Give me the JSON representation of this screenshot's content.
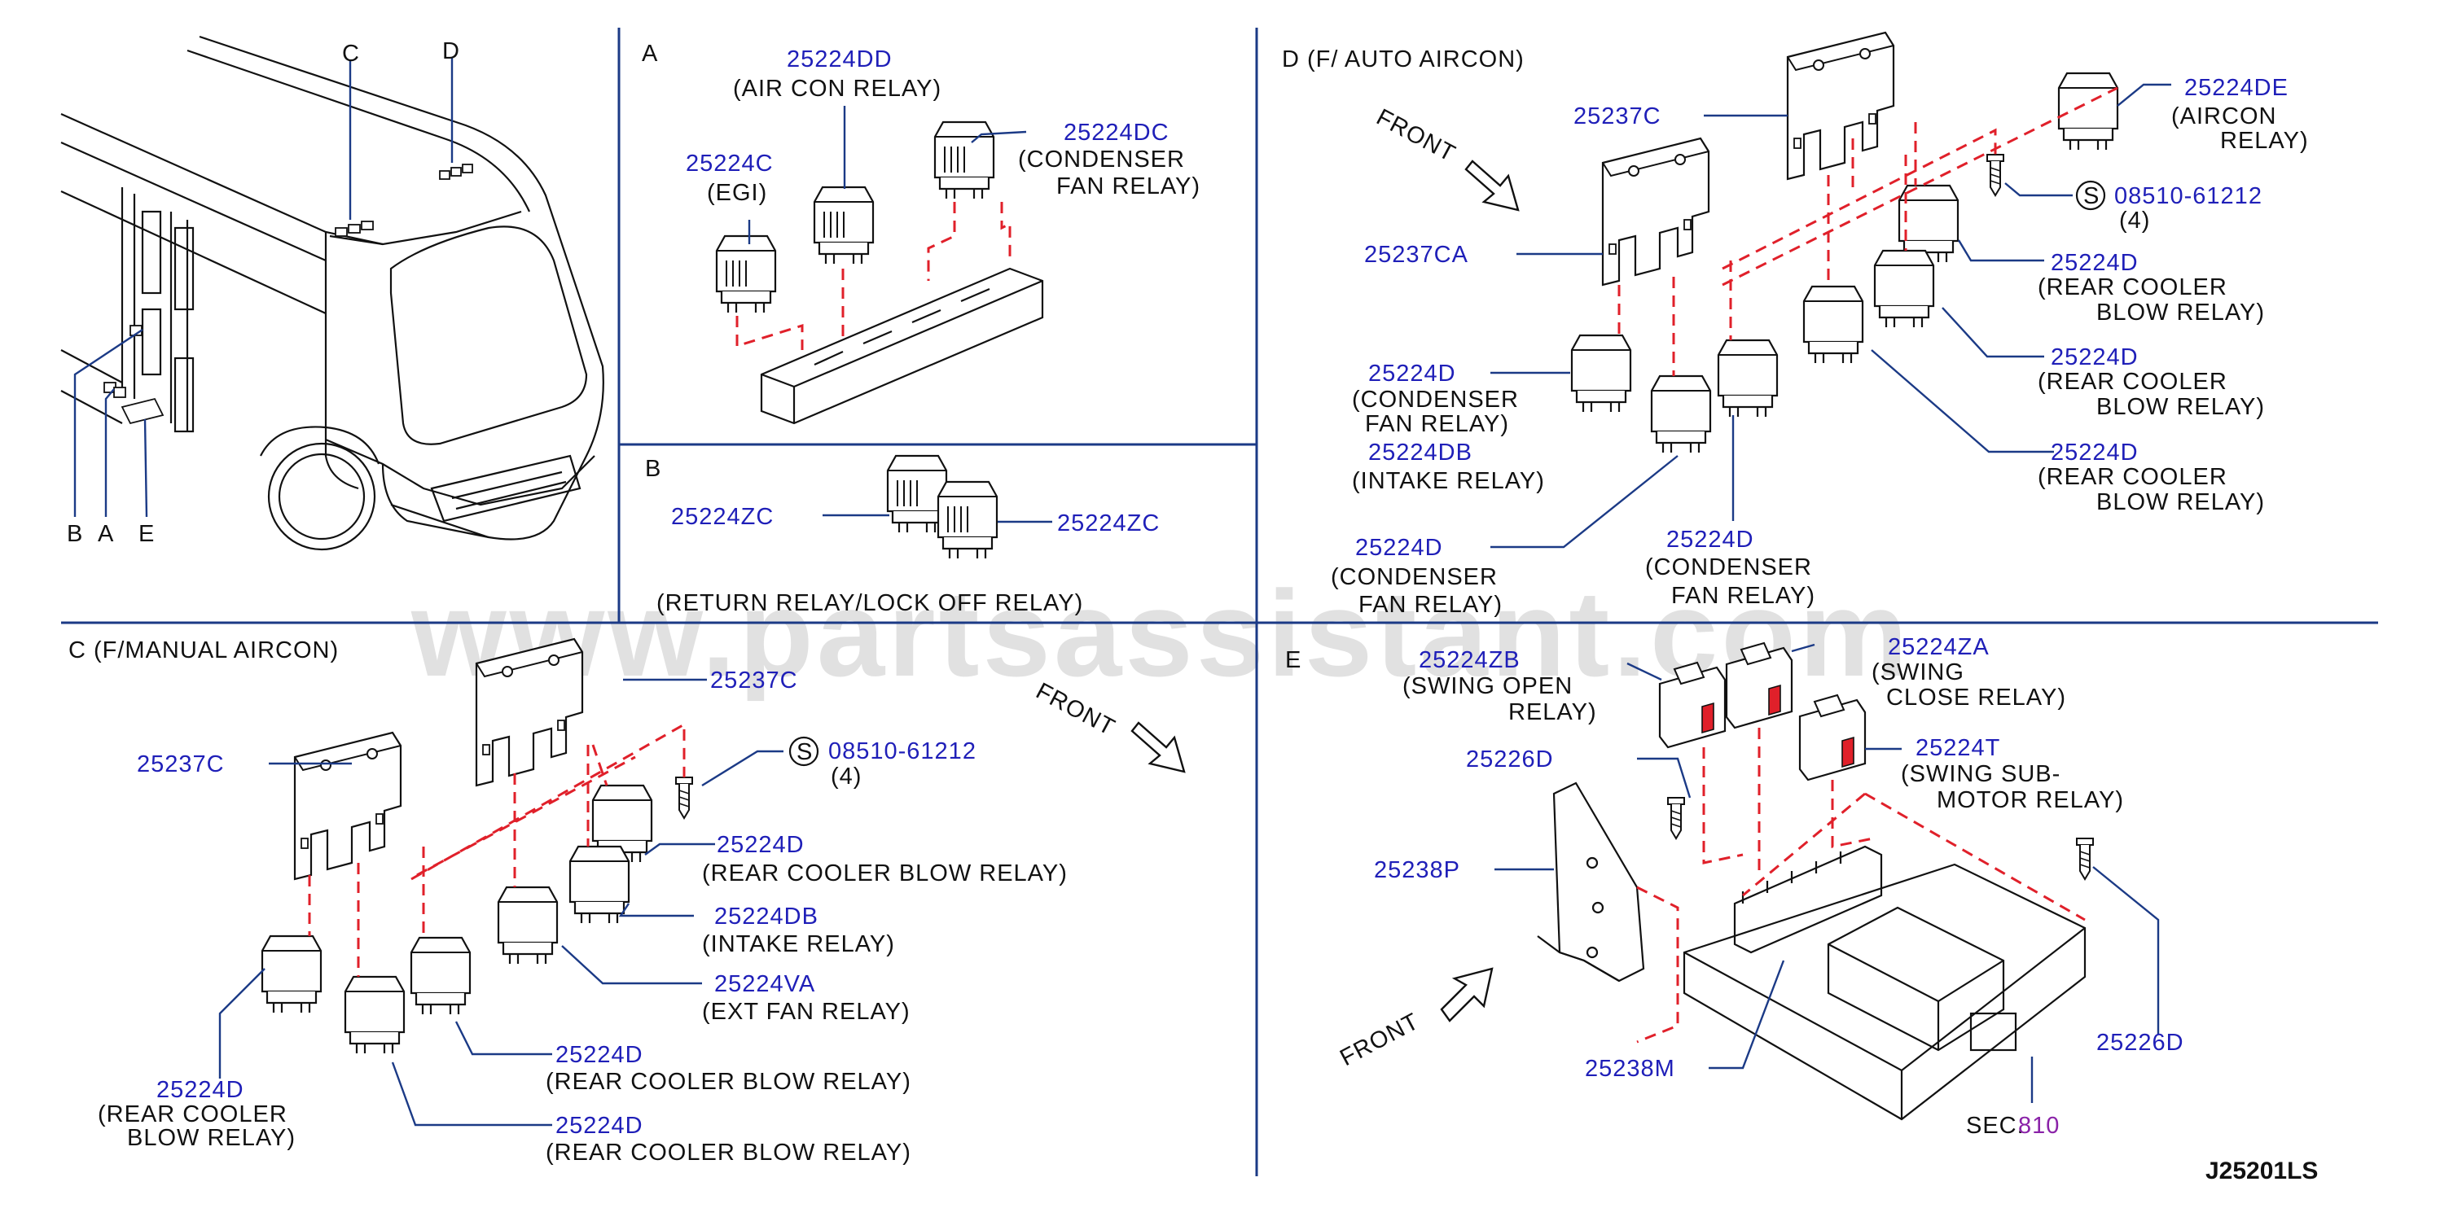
{
  "watermark": "www.partsassistant.com",
  "diagram_id": "J25201LS",
  "vehicle": {
    "callouts": [
      "C",
      "D",
      "B",
      "A",
      "E"
    ]
  },
  "section_a": {
    "letter": "A",
    "parts": [
      {
        "number": "25224DD",
        "desc": [
          "(AIR   CON   RELAY)"
        ]
      },
      {
        "number": "25224DC",
        "desc": [
          "(CONDENSER",
          "FAN   RELAY)"
        ]
      },
      {
        "number": "25224C",
        "desc": [
          "(EGI)"
        ]
      }
    ]
  },
  "section_b": {
    "letter": "B",
    "parts": [
      {
        "number": "25224ZC"
      },
      {
        "number": "25224ZC"
      }
    ],
    "caption": "(RETURN   RELAY/LOCK   OFF   RELAY)"
  },
  "section_c": {
    "heading": "C  (F/MANUAL   AIRCON)",
    "front": "FRONT",
    "parts": [
      {
        "number": "25237C"
      },
      {
        "number": "25237C"
      },
      {
        "number": "08510-61212",
        "qty": "(4)",
        "symbol": "S"
      },
      {
        "number": "25224D",
        "desc": [
          "(REAR   COOLER   BLOW   RELAY)"
        ]
      },
      {
        "number": "25224DB",
        "desc": [
          "(INTAKE   RELAY)"
        ]
      },
      {
        "number": "25224VA",
        "desc": [
          "(EXT   FAN   RELAY)"
        ]
      },
      {
        "number": "25224D",
        "desc": [
          "(REAR   COOLER   BLOW   RELAY)"
        ]
      },
      {
        "number": "25224D",
        "desc": [
          "(REAR   COOLER   BLOW   RELAY)"
        ]
      },
      {
        "number": "25224D",
        "desc": [
          "(REAR   COOLER",
          "BLOW   RELAY)"
        ]
      }
    ]
  },
  "section_d": {
    "heading": "D   (F/   AUTO   AIRCON)",
    "front": "FRONT",
    "parts": [
      {
        "number": "25237C"
      },
      {
        "number": "25237CA"
      },
      {
        "number": "25224DE",
        "desc": [
          "(AIRCON",
          "RELAY)"
        ]
      },
      {
        "number": "08510-61212",
        "qty": "(4)",
        "symbol": "S"
      },
      {
        "number": "25224D",
        "desc": [
          "(REAR   COOLER",
          "BLOW   RELAY)"
        ]
      },
      {
        "number": "25224D",
        "desc": [
          "(REAR   COOLER",
          "BLOW   RELAY)"
        ]
      },
      {
        "number": "25224D",
        "desc": [
          "(REAR   COOLER",
          "BLOW   RELAY)"
        ]
      },
      {
        "number": "25224D",
        "desc": [
          "(CONDENSER",
          "FAN   RELAY)"
        ]
      },
      {
        "number": "25224DB",
        "desc": [
          "(INTAKE   RELAY)"
        ]
      },
      {
        "number": "25224D",
        "desc": [
          "(CONDENSER",
          "FAN   RELAY)"
        ]
      },
      {
        "number": "25224D",
        "desc": [
          "(CONDENSER",
          "FAN   RELAY)"
        ]
      }
    ]
  },
  "section_e": {
    "letter": "E",
    "front": "FRONT",
    "parts": [
      {
        "number": "25224ZB",
        "desc": [
          "(SWING   OPEN",
          "RELAY)"
        ]
      },
      {
        "number": "25224ZA",
        "desc": [
          "(SWING",
          "CLOSE   RELAY)"
        ]
      },
      {
        "number": "25224T",
        "desc": [
          "(SWING   SUB-",
          "MOTOR   RELAY)"
        ]
      },
      {
        "number": "25226D"
      },
      {
        "number": "25238P"
      },
      {
        "number": "25226D"
      },
      {
        "number": "25238M"
      }
    ],
    "sec_ref": {
      "prefix": "SEC.",
      "number": "810"
    }
  },
  "colors": {
    "part_number": "#1f1fb8",
    "leader": "#1b3a86",
    "dashed": "#e0202a",
    "section_ref": "#8a22a8"
  }
}
